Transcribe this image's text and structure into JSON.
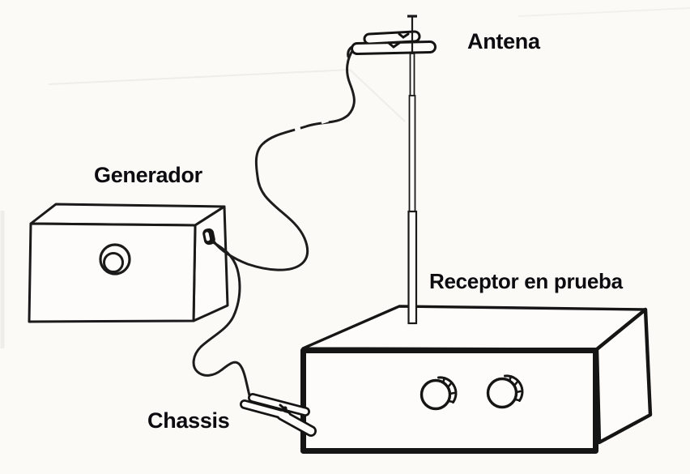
{
  "diagram": {
    "labels": {
      "antenna": "Antena",
      "generator": "Generador",
      "receiver": "Receptor en prueba",
      "chassis": "Chassis"
    },
    "colors": {
      "background": "#fbfaf7",
      "ink": "#1a1a1a",
      "text": "#0b0b10"
    }
  }
}
